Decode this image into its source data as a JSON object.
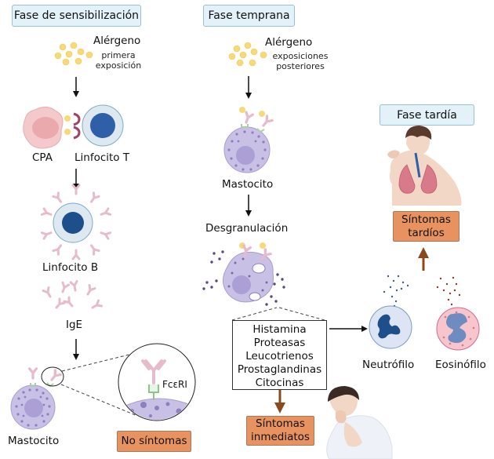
{
  "phases": {
    "sensitization": "Fase de sensibilización",
    "early": "Fase temprana",
    "late": "Fase tardía"
  },
  "sensitization": {
    "allergen_label": "Alérgeno",
    "allergen_note": [
      "primera",
      "exposición"
    ],
    "apc_label": "CPA",
    "t_cell_label": "Linfocito T",
    "b_cell_label": "Linfocito B",
    "ige_label": "IgE",
    "mast_cell_label": "Mastocito",
    "receptor_label": "FcεRI",
    "outcome": "No síntomas"
  },
  "early": {
    "allergen_label": "Alérgeno",
    "allergen_note": [
      "exposiciones",
      "posteriores"
    ],
    "mast_cell_label": "Mastocito",
    "degranulation_label": "Desgranulación",
    "mediators": [
      "Histamina",
      "Proteasas",
      "Leucotrienos",
      "Prostaglandinas",
      "Citocinas"
    ],
    "outcome": [
      "Síntomas",
      "inmediatos"
    ]
  },
  "late": {
    "neutrophil_label": "Neutrófilo",
    "eosinophil_label": "Eosinófilo",
    "outcome": [
      "Síntomas",
      "tardíos"
    ]
  },
  "colors": {
    "phase_box_fill": "#e3f1f8",
    "outcome_fill": "#e8935f",
    "brown_arrow": "#8b4a1e",
    "mast_cell": "#c9c0e6",
    "t_cell_nucleus": "#2f5fa8",
    "b_cell_nucleus": "#1d4f8a",
    "ige": "#e6bccd"
  }
}
